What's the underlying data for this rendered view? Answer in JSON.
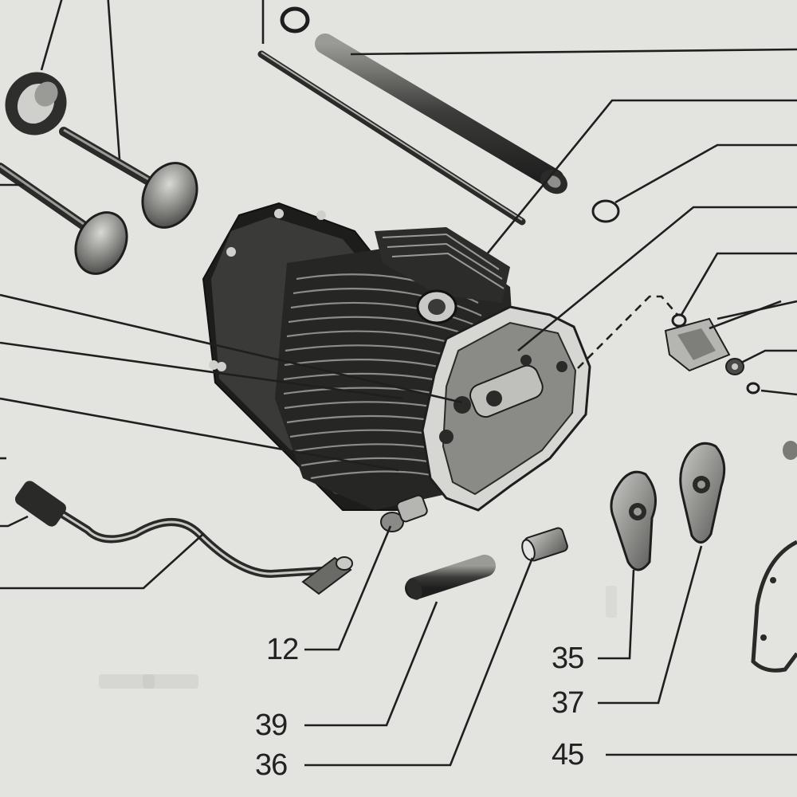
{
  "callouts": {
    "c12": "12",
    "c39": "39",
    "c36": "36",
    "c35": "35",
    "c37": "37",
    "c45": "45"
  }
}
